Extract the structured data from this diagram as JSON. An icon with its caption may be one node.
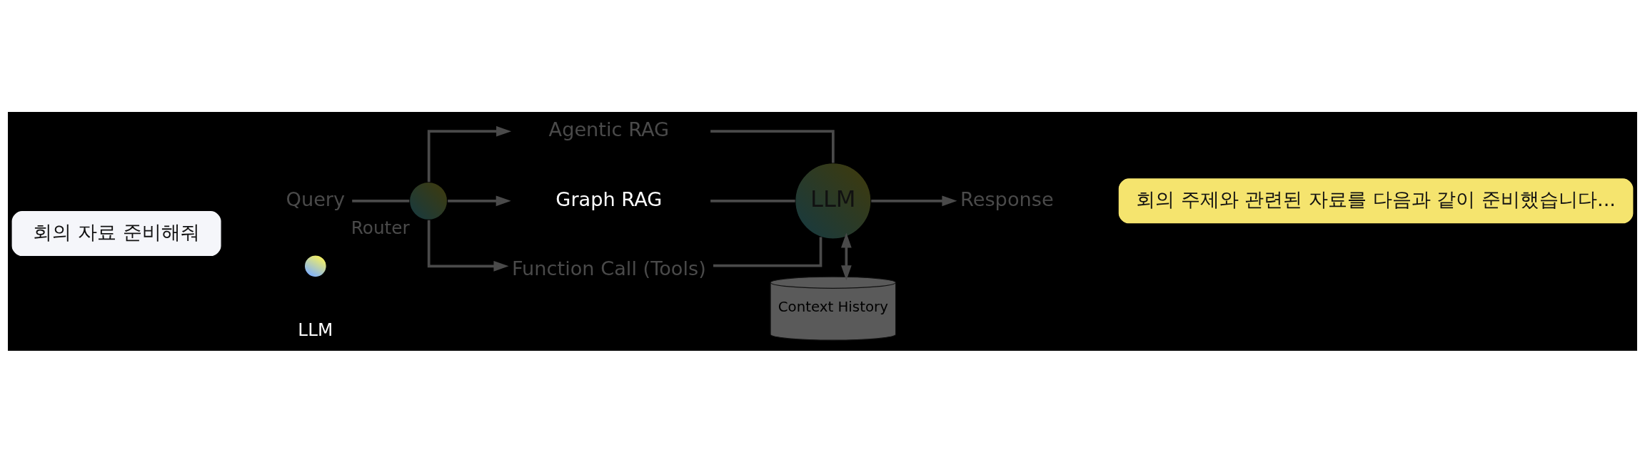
{
  "diagram": {
    "nodes": [
      {
        "text": [
          "회의 자료 준비해줘"
        ]
      },
      {
        "text": [
          "Query"
        ]
      },
      {
        "text": [],
        "shape": "circle",
        "beside": [
          "Router"
        ]
      },
      {
        "text": [
          "Agentic RAG"
        ]
      },
      {
        "text": [
          "Graph RAG"
        ]
      },
      {
        "text": [
          "Function Call (Tools)"
        ]
      },
      {
        "text": [
          "LLM"
        ]
      },
      {
        "text": [
          "Response"
        ]
      },
      {
        "text": [
          "회의 주제와 관련된 자료를 다음과 같이 준비했습니다..."
        ]
      },
      {
        "text": [
          "Context History"
        ]
      }
    ],
    "edges": [
      {
        "from": 1,
        "to": 2,
        "arrow": "none"
      },
      {
        "from": 2,
        "to": 3,
        "arrow": "to"
      },
      {
        "from": 2,
        "to": 4,
        "arrow": "to"
      },
      {
        "from": 2,
        "to": 5,
        "arrow": "to"
      },
      {
        "from": 3,
        "to": 6,
        "arrow": "none"
      },
      {
        "from": 4,
        "to": 6,
        "arrow": "none"
      },
      {
        "from": 5,
        "to": 6,
        "arrow": "none"
      },
      {
        "from": 6,
        "to": 7,
        "arrow": "to"
      },
      {
        "from": 6,
        "to": 9,
        "arrow": "both"
      }
    ],
    "legend": [
      {
        "text": "LLM"
      }
    ]
  }
}
